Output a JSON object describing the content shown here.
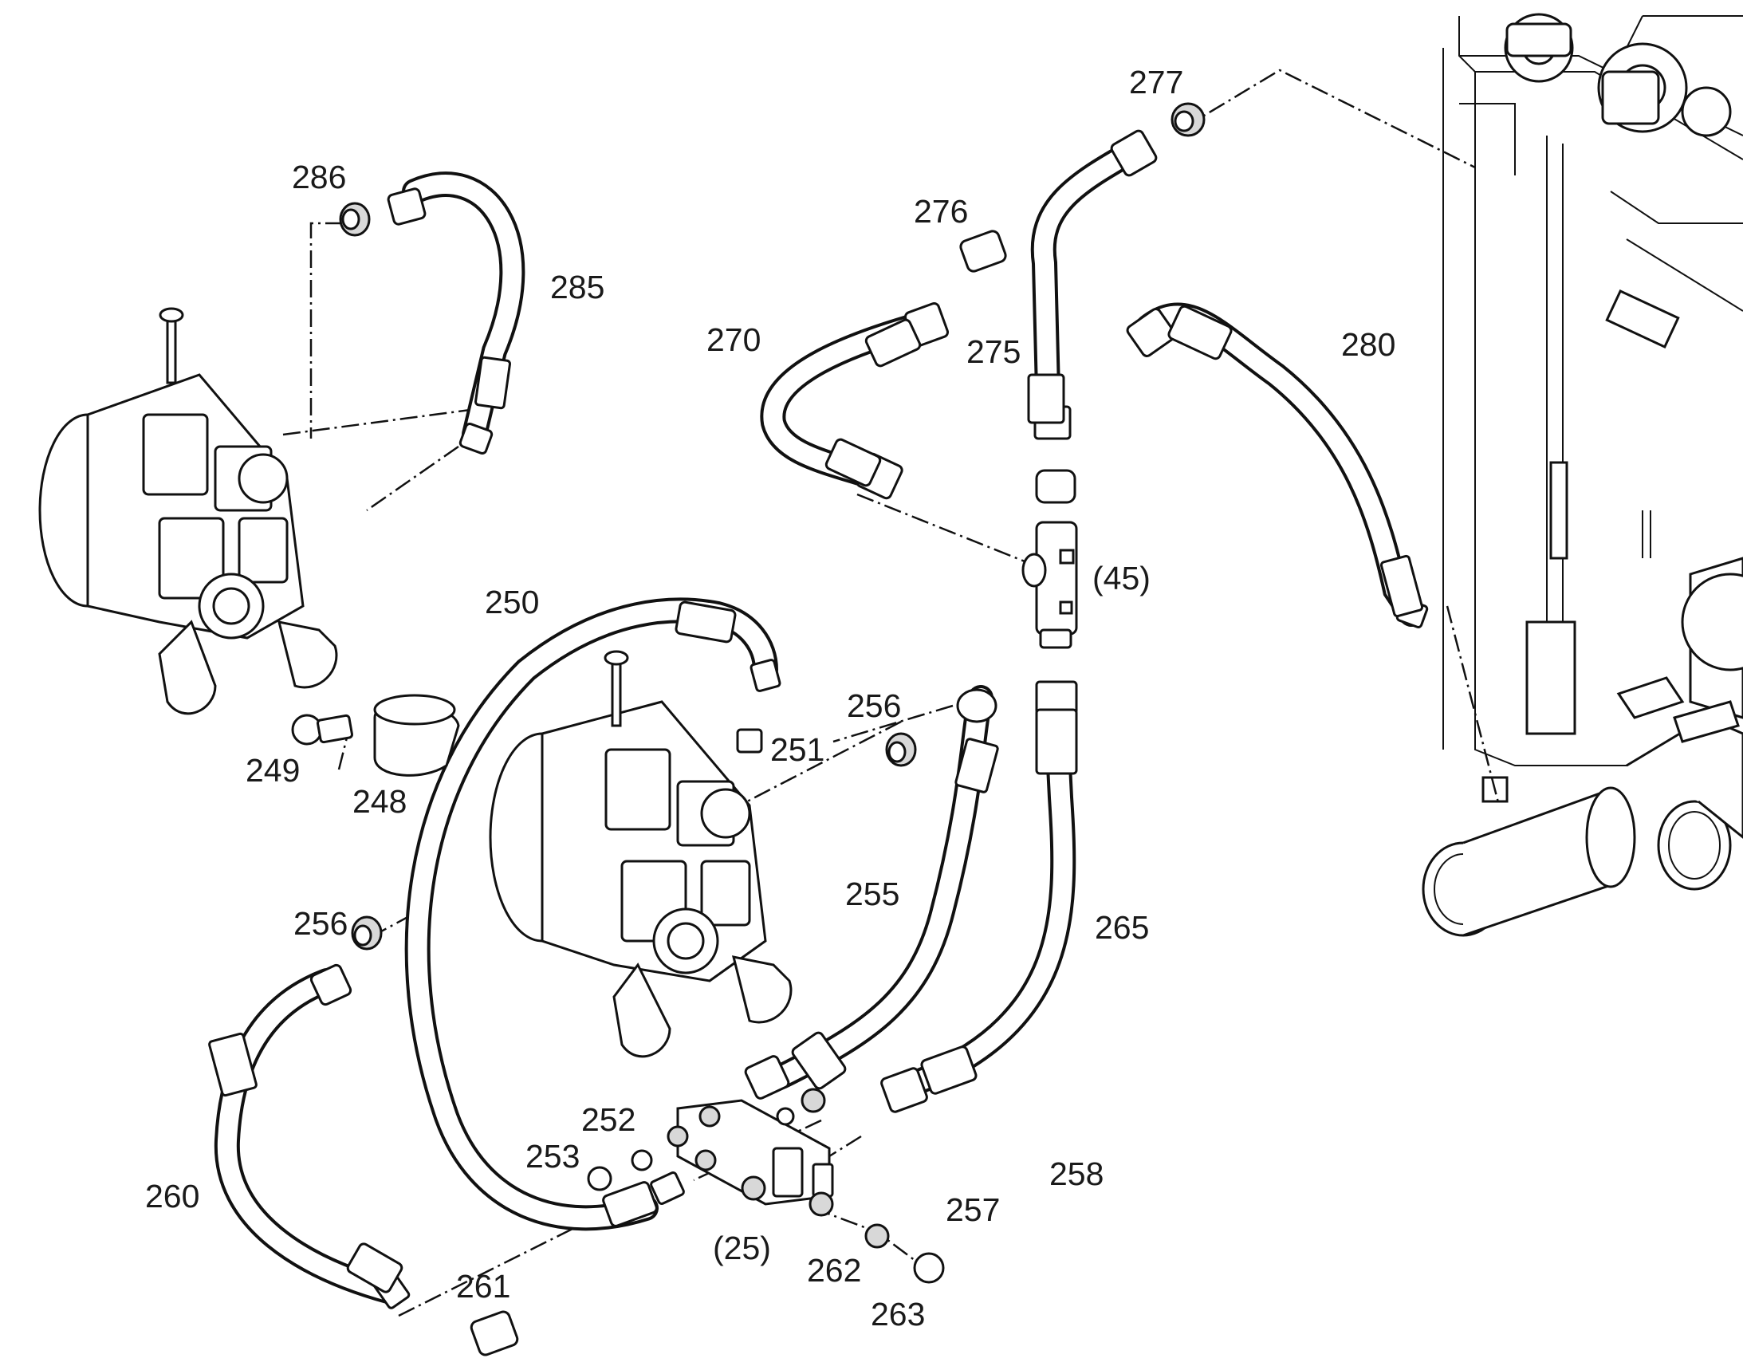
{
  "callouts": {
    "c286": "286",
    "c285": "285",
    "c276": "276",
    "c277": "277",
    "c270": "270",
    "c275": "275",
    "c280": "280",
    "c45": "(45)",
    "c250": "250",
    "c249": "249",
    "c248": "248",
    "c251": "251",
    "c256a": "256",
    "c256b": "256",
    "c255": "255",
    "c265": "265",
    "c260": "260",
    "c252": "252",
    "c253": "253",
    "c25": "(25)",
    "c258": "258",
    "c257": "257",
    "c262": "262",
    "c263": "263",
    "c261": "261"
  }
}
